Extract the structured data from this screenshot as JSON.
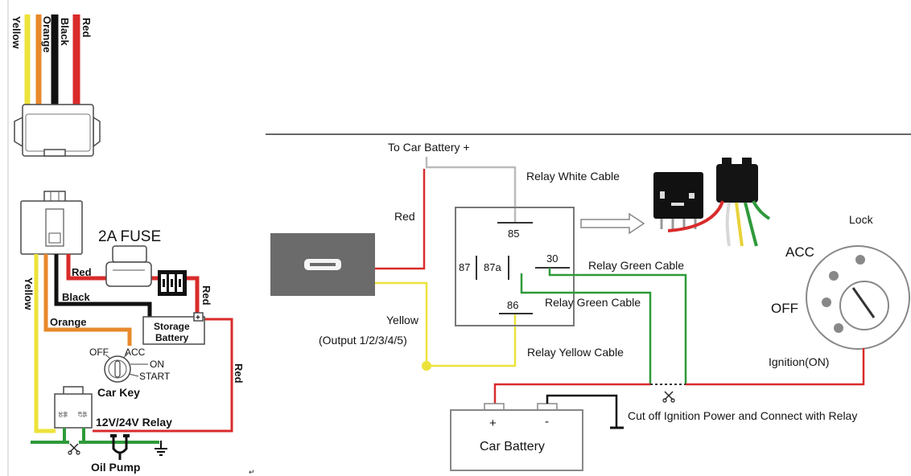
{
  "left_panel": {
    "top_wires": {
      "yellow": "Yellow",
      "orange": "Orange",
      "black": "Black",
      "red": "Red"
    },
    "fuse_label": "2A FUSE",
    "fuse_red_label": "Red",
    "battery_feed_red_label": "Red",
    "black_label": "Black",
    "orange_label": "Orange",
    "yellow_label": "Yellow",
    "storage_battery": {
      "line1": "Storage",
      "line2": "Battery",
      "terminal": "+"
    },
    "car_key": {
      "off": "OFF",
      "acc": "ACC",
      "on": "ON",
      "start": "START",
      "label": "Car Key"
    },
    "relay_red_label": "Red",
    "relay": {
      "label": "12V/24V Relay",
      "pins": [
        "30",
        "86",
        "87",
        "85"
      ]
    },
    "oil_pump_label": "Oil Pump",
    "return_mark": "↵"
  },
  "right_panel": {
    "to_battery_label": "To Car Battery +",
    "white_cable_label": "Relay White Cable",
    "red_label": "Red",
    "yellow_label": "Yellow",
    "output_label": "(Output 1/2/3/4/5)",
    "relay": {
      "pin_85": "85",
      "pin_87": "87",
      "pin_87a": "87a",
      "pin_30": "30",
      "pin_86": "86"
    },
    "green_cable_label_1": "Relay Green Cable",
    "green_cable_label_2": "Relay Green Cable",
    "yellow_cable_label": "Relay Yellow Cable",
    "ignition_switch": {
      "lock": "Lock",
      "acc": "ACC",
      "off": "OFF",
      "on": "Ignition(ON)"
    },
    "car_battery": {
      "plus": "+",
      "minus": "-",
      "label": "Car Battery"
    },
    "cut_off_label": "Cut off Ignition Power and Connect with Relay"
  },
  "icons": {
    "cut_left": "scissors-icon",
    "cut_right": "scissors-icon",
    "device_port": "connector-port-icon",
    "ground_left": "ground-icon",
    "ground_right": "ground-icon",
    "oil_pump": "oil-pump-icon",
    "arrow": "hollow-right-arrow-icon"
  },
  "colors": {
    "wire_red": "#d92b2b",
    "wire_yellow": "#ece33a",
    "wire_orange": "#e8892b",
    "wire_black": "#111111",
    "wire_green": "#2e9a3a",
    "wire_white": "#bbbbbb",
    "device": "#6b6b6b"
  }
}
